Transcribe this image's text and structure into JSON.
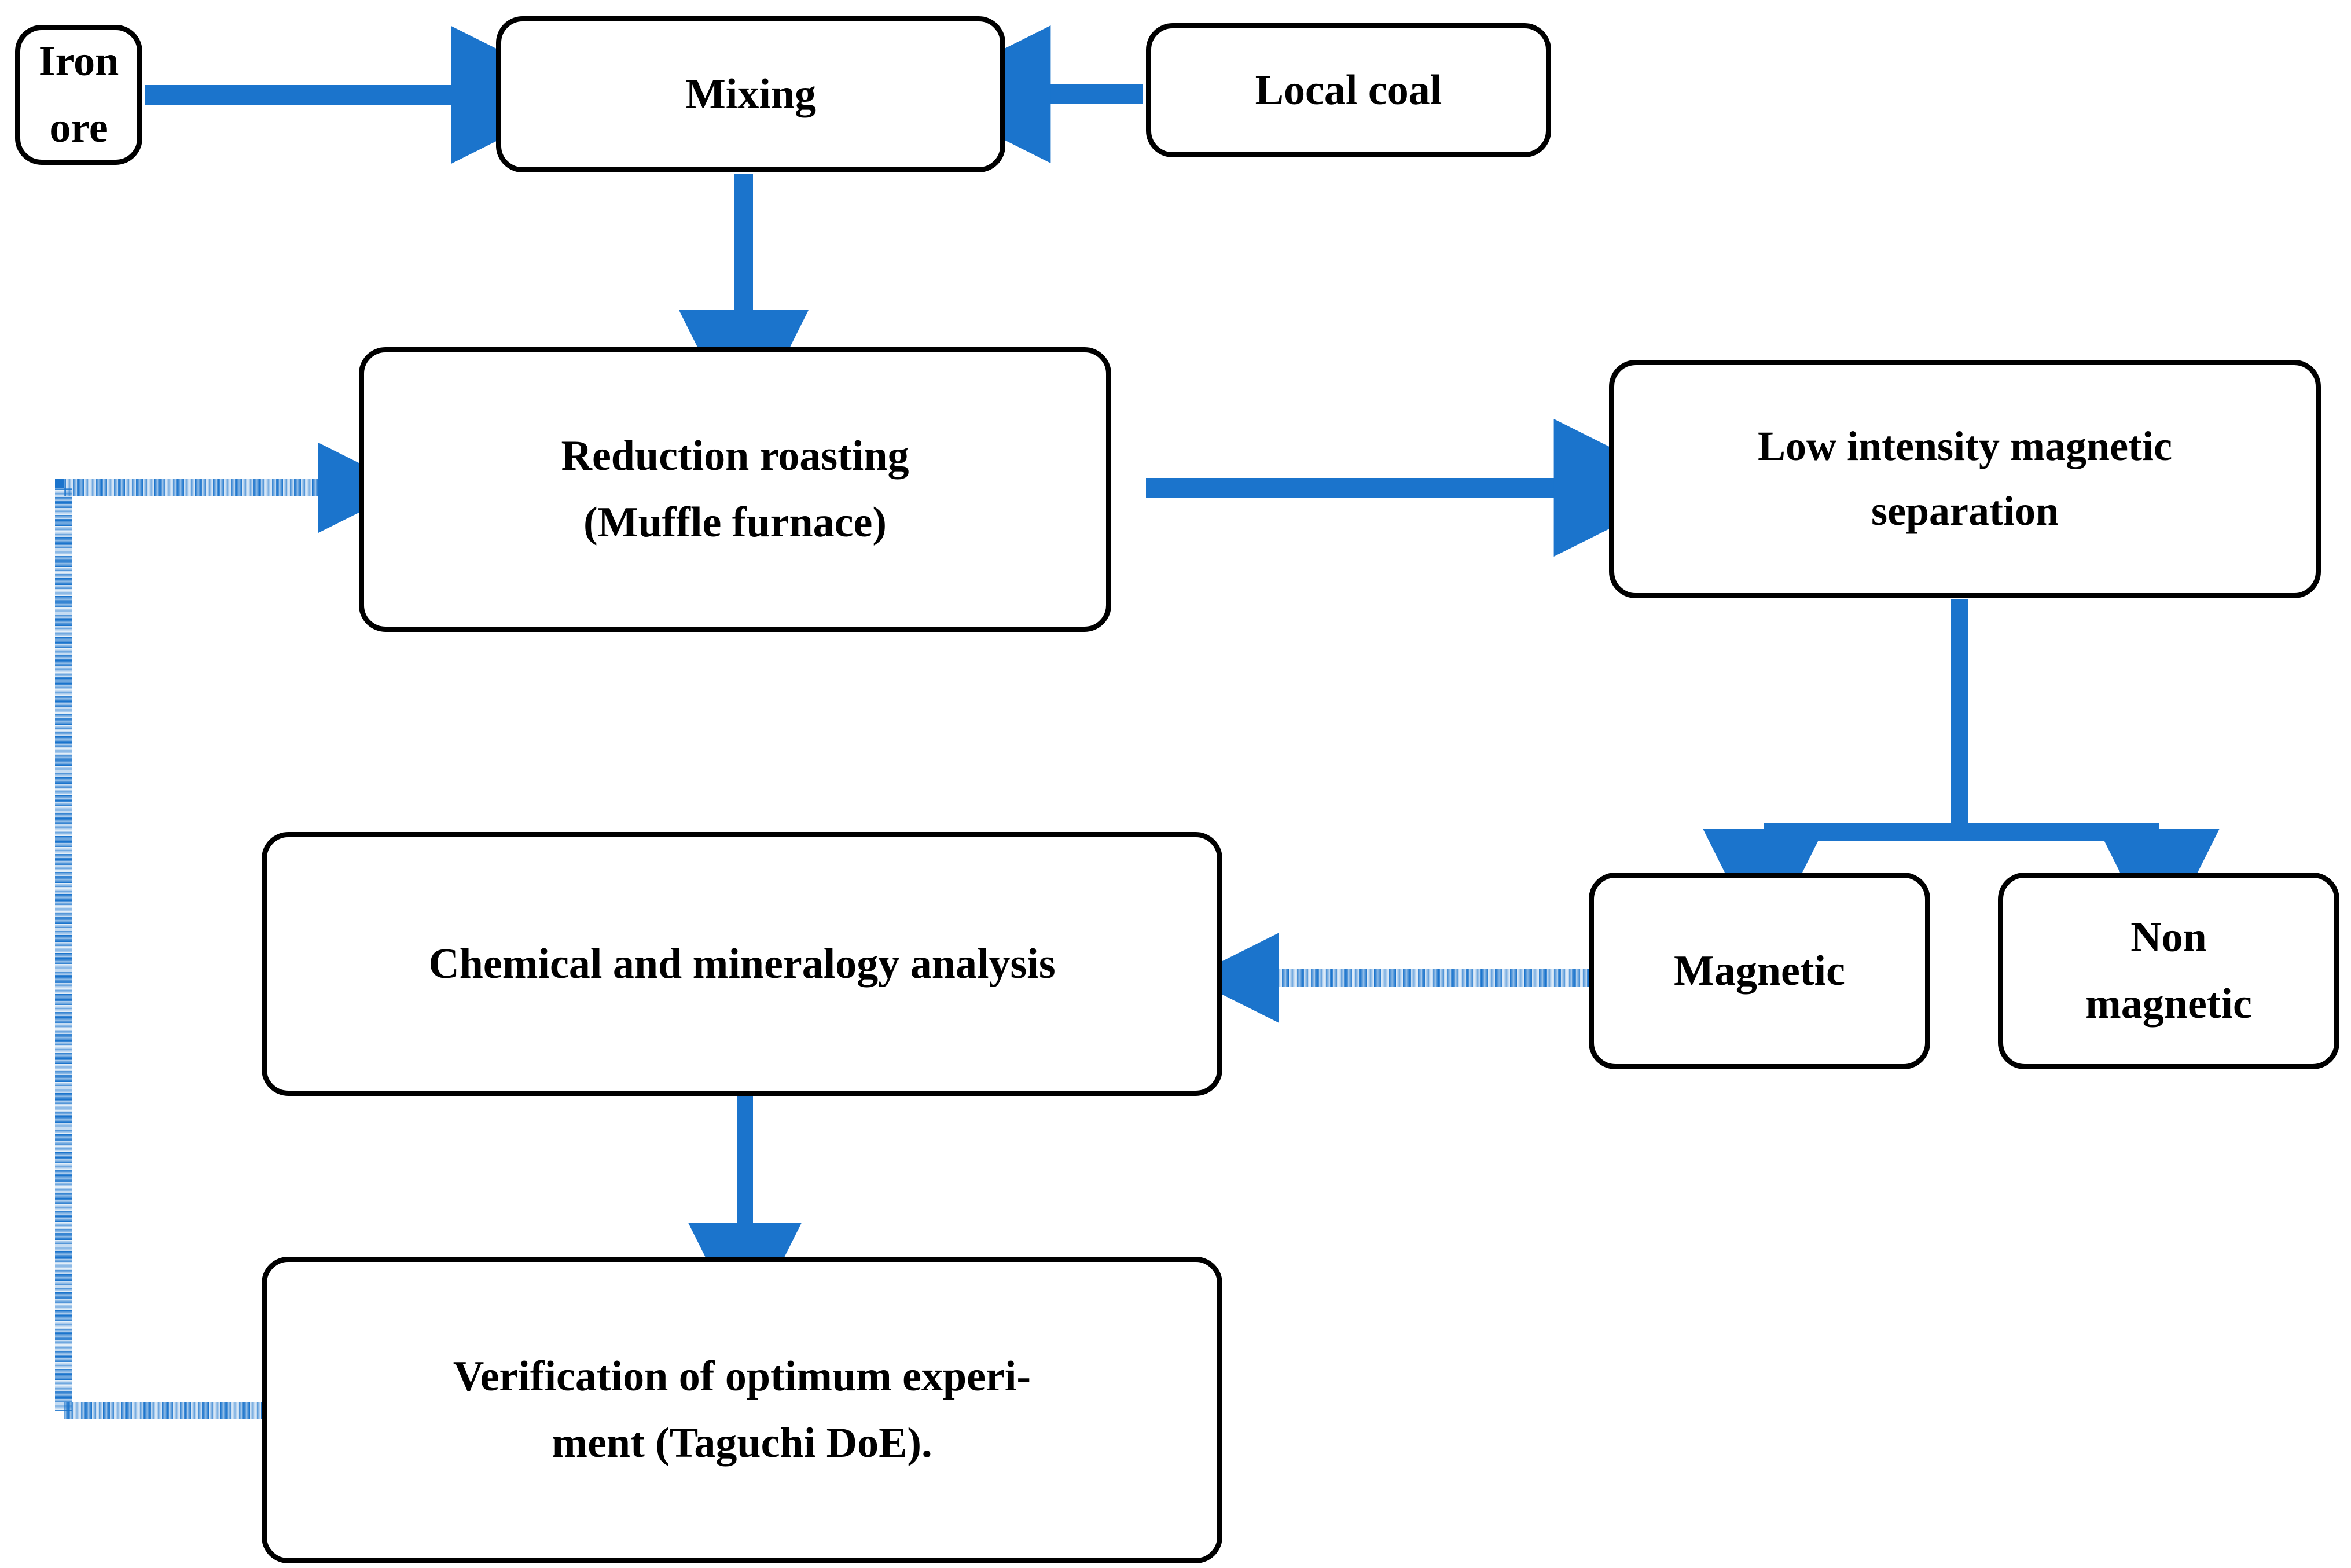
{
  "diagram": {
    "title": "Reduction roasting and magnetic separation process flowchart",
    "type": "flowchart",
    "colors": {
      "arrow": "#1b74cc",
      "box_border": "#000000",
      "box_fill": "#ffffff",
      "text": "#000000"
    },
    "nodes": [
      {
        "id": "iron-ore",
        "label": "Iron ore"
      },
      {
        "id": "mixing",
        "label": "Mixing"
      },
      {
        "id": "local-coal",
        "label": "Local coal"
      },
      {
        "id": "reduction-roasting",
        "line1": "Reduction roasting",
        "line2": "(Muffle furnace)"
      },
      {
        "id": "lims",
        "line1": "Low intensity magnetic",
        "line2": "separation"
      },
      {
        "id": "magnetic",
        "label": "Magnetic"
      },
      {
        "id": "non-magnetic",
        "line1": "Non",
        "line2": "magnetic"
      },
      {
        "id": "chemical-analysis",
        "label": "Chemical and mineralogy analysis"
      },
      {
        "id": "verification",
        "line1": "Verification of optimum experi-",
        "line2": "ment (Taguchi DoE)."
      }
    ],
    "edges": [
      {
        "id": "iron-ore-to-mixing",
        "from": "iron-ore",
        "to": "mixing",
        "style": "solid",
        "direction": "right"
      },
      {
        "id": "local-coal-to-mixing",
        "from": "local-coal",
        "to": "mixing",
        "style": "solid",
        "direction": "left"
      },
      {
        "id": "mixing-to-reduction-roasting",
        "from": "mixing",
        "to": "reduction-roasting",
        "style": "solid",
        "direction": "down"
      },
      {
        "id": "reduction-roasting-to-lims",
        "from": "reduction-roasting",
        "to": "lims",
        "style": "solid",
        "direction": "right"
      },
      {
        "id": "lims-to-magnetic",
        "from": "lims",
        "to": "magnetic",
        "style": "solid",
        "direction": "down"
      },
      {
        "id": "lims-to-non-magnetic",
        "from": "lims",
        "to": "non-magnetic",
        "style": "solid",
        "direction": "down"
      },
      {
        "id": "magnetic-to-chemical-analysis",
        "from": "magnetic",
        "to": "chemical-analysis",
        "style": "dotted",
        "direction": "left"
      },
      {
        "id": "chemical-analysis-to-verification",
        "from": "chemical-analysis",
        "to": "verification",
        "style": "solid",
        "direction": "down"
      },
      {
        "id": "verification-to-reduction-roasting",
        "from": "verification",
        "to": "reduction-roasting",
        "style": "dotted",
        "direction": "feedback-left-up-right"
      }
    ]
  }
}
